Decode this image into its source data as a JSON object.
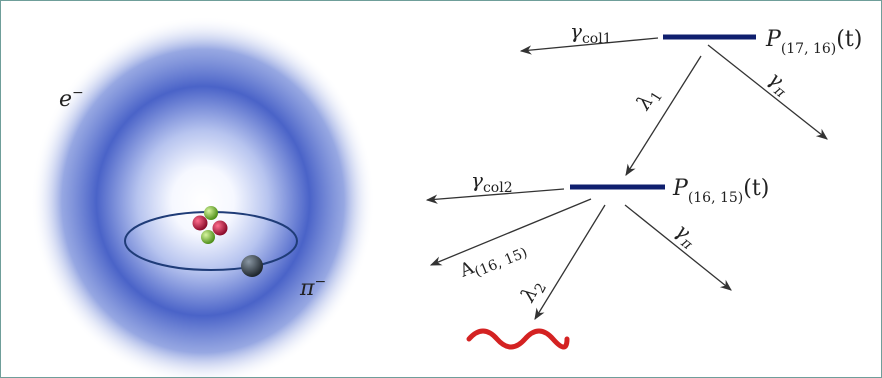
{
  "colors": {
    "frame": "#6f9e9a",
    "cloud": "#4a63c8",
    "level": "#0f1f6e",
    "arrow": "#333333",
    "photon": "#d42222",
    "proton": "#b0143c",
    "neutron": "#7fbf3a",
    "pion": "#3a4650"
  },
  "atom": {
    "electron_label": "e",
    "electron_charge": "−",
    "pion_label": "π",
    "pion_charge": "−"
  },
  "levels": {
    "upper": {
      "P": "P",
      "sub": "(17, 16)",
      "arg": "(t)"
    },
    "lower": {
      "P": "P",
      "sub": "(16, 15)",
      "arg": "(t)"
    }
  },
  "transitions": {
    "gamma_col1": {
      "sym": "γ",
      "sub": "col1"
    },
    "gamma_pi_upper": {
      "sym": "γ",
      "sub": "π"
    },
    "lambda1": {
      "sym": "λ",
      "sub": "1"
    },
    "gamma_col2": {
      "sym": "γ",
      "sub": "col2"
    },
    "gamma_pi_lower": {
      "sym": "γ",
      "sub": "π"
    },
    "auger": {
      "sym": "A",
      "sub": "(16, 15)"
    },
    "lambda2": {
      "sym": "λ",
      "sub": "2"
    }
  },
  "icons": {
    "photon": "wavy-photon-icon",
    "nucleus": "nucleus-icon",
    "pion": "pion-sphere-icon"
  }
}
